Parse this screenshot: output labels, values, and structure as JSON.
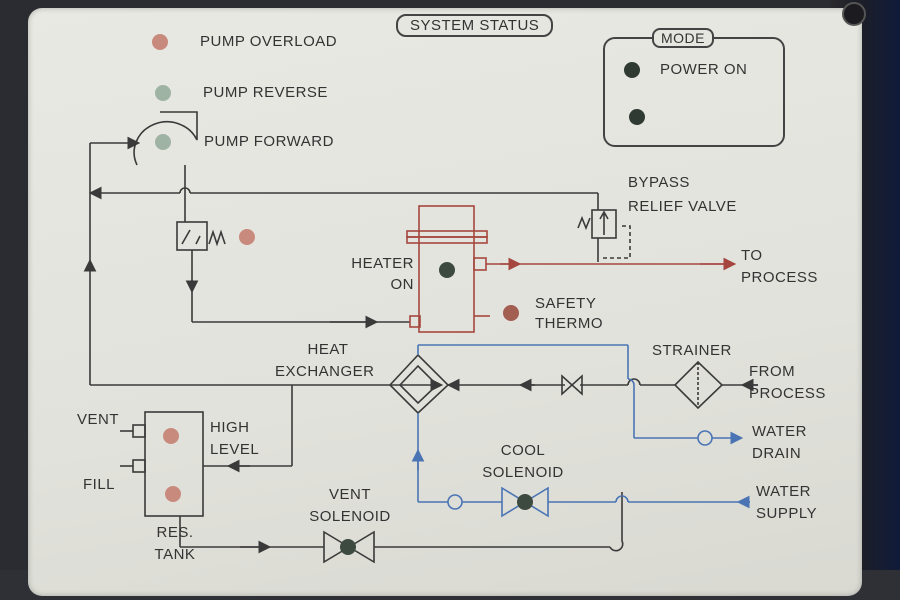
{
  "system_status_title": "SYSTEM STATUS",
  "mode": {
    "title": "MODE",
    "power_label": "POWER ON"
  },
  "indicators": {
    "pump_overload": "PUMP OVERLOAD",
    "pump_reverse": "PUMP REVERSE",
    "pump_forward": "PUMP FORWARD"
  },
  "components": {
    "bypass_line1": "BYPASS",
    "bypass_line2": "RELIEF VALVE",
    "to_line1": "TO",
    "to_line2": "PROCESS",
    "heater_line1": "HEATER",
    "heater_line2": "ON",
    "safety_line1": "SAFETY",
    "safety_line2": "THERMO",
    "hx_line1": "HEAT",
    "hx_line2": "EXCHANGER",
    "strainer": "STRAINER",
    "from_line1": "FROM",
    "from_line2": "PROCESS",
    "vent": "VENT",
    "fill": "FILL",
    "high_line1": "HIGH",
    "high_line2": "LEVEL",
    "drain_line1": "WATER",
    "drain_line2": "DRAIN",
    "cool_line1": "COOL",
    "cool_line2": "SOLENOID",
    "supply_line1": "WATER",
    "supply_line2": "SUPPLY",
    "vent_sol_line1": "VENT",
    "vent_sol_line2": "SOLENOID",
    "res_line1": "RES.",
    "res_line2": "TANK"
  },
  "colors": {
    "line": "#3a3a3a",
    "red_line": "#a5473f",
    "blue_line": "#4a74b4",
    "red_led": "#c98a7e",
    "green_led": "#9fb3a4",
    "dark_led": "#3d4a40"
  }
}
